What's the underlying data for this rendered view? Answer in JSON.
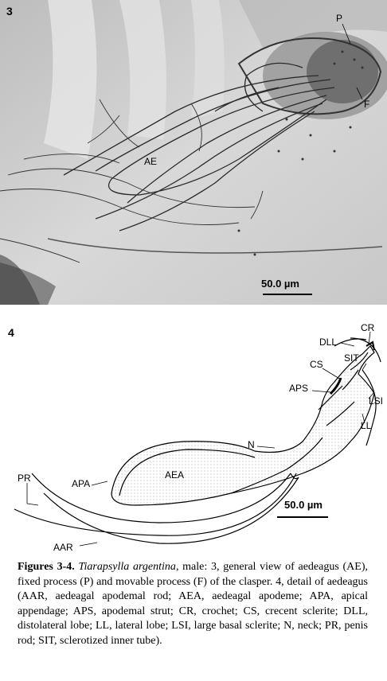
{
  "figure3": {
    "number": "3",
    "labels": {
      "p": "P",
      "f": "F",
      "ae": "AE"
    },
    "scale": "50.0 µm"
  },
  "figure4": {
    "number": "4",
    "labels": {
      "cr": "CR",
      "dll": "DLL",
      "sit": "SIT",
      "cs": "CS",
      "aps": "APS",
      "lsi": "LSI",
      "ll": "LL",
      "n": "N",
      "aea": "AEA",
      "apa": "APA",
      "pr": "PR",
      "aar": "AAR"
    },
    "scale": "50.0 µm"
  },
  "caption": {
    "prefix": "Figures 3-4.",
    "species": "Tiarapsylla argentina",
    "body": ", male: 3, general view of aedeagus (AE), fixed process (P) and movable process (F) of the clasper. 4, detail of aedeagus (AAR, aedeagal apodemal rod; AEA, aedeagal apodeme; APA, apical appendage; APS, apodemal strut; CR, crochet; CS, crecent sclerite; DLL, distolateral lobe; LL, lateral lobe; LSI, large basal sclerite; N, neck; PR, penis rod; SIT, sclerotized inner tube)."
  }
}
